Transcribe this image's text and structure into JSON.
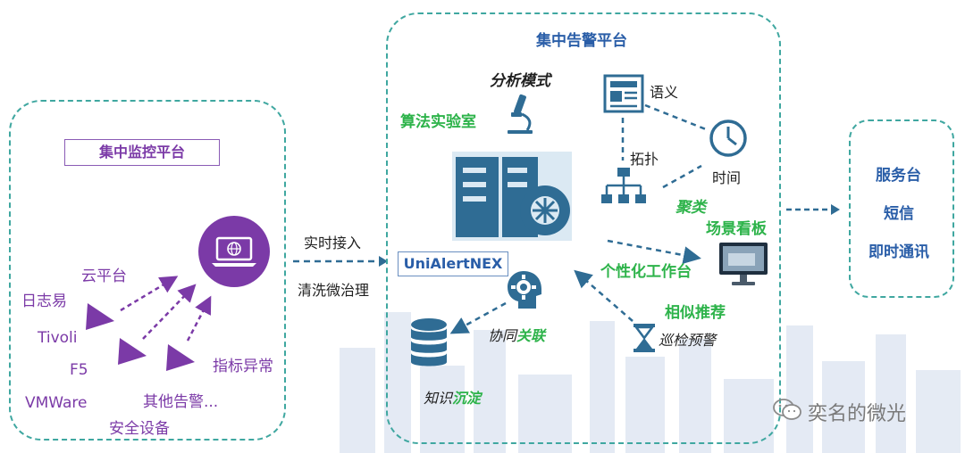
{
  "left_panel": {
    "title": "集中监控平台",
    "sources": [
      "云平台",
      "日志易",
      "Tivoli",
      "F5",
      "VMWare",
      "安全设备",
      "其他告警...",
      "指标异常"
    ]
  },
  "connector": {
    "top_label": "实时接入",
    "bottom_label": "清洗微治理"
  },
  "center_panel": {
    "title": "集中告警平台",
    "analysis_mode": "分析模式",
    "algo_lab": "算法实验室",
    "semantic": "语义",
    "topology": "拓扑",
    "time": "时间",
    "cluster": "聚类",
    "dashboard": "场景看板",
    "product": "UniAlertNEX",
    "personal_workbench": "个性化工作台",
    "similar_recommend": "相似推荐",
    "patrol_warning": "巡检预警",
    "collab_prefix": "协同",
    "collab_suffix": "关联",
    "knowledge_prefix": "知识",
    "knowledge_suffix": "沉淀"
  },
  "right_panel": {
    "items": [
      "服务台",
      "短信",
      "即时通讯"
    ]
  },
  "watermark": "奕名的微光",
  "colors": {
    "accent_teal": "#3fa7a0",
    "purple": "#7b3aa7",
    "green": "#2db34a",
    "blue": "#2a5ea8",
    "icon_blue": "#2f6c94"
  }
}
